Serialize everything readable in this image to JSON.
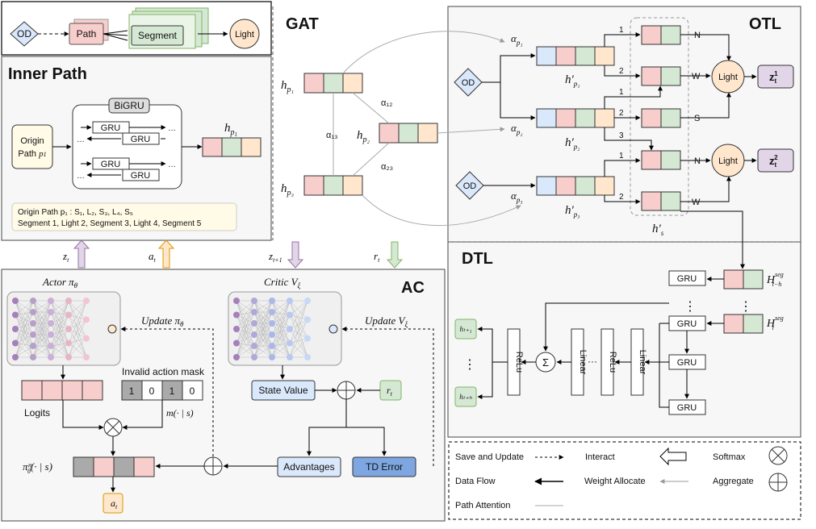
{
  "header_strip": {
    "od": "OD",
    "path": "Path",
    "segment": "Segment",
    "light": "Light"
  },
  "sections": {
    "inner_path": "Inner Path",
    "gat": "GAT",
    "otl": "OTL",
    "dtl": "DTL",
    "ac": "AC"
  },
  "inner_path": {
    "bigru": "BiGRU",
    "gru": "GRU",
    "dots": "...",
    "origin_path": "Origin Path p₁",
    "hp1": "h",
    "note_line1": "Origin Path p₁ : S₁, L₂, S₃, L₄, S₅",
    "note_line2": "Segment 1, Light 2, Segment 3, Light 4, Segment 5"
  },
  "gat": {
    "h_label": "h",
    "subs": [
      "p₁",
      "p₂",
      "p₃"
    ],
    "a12": "α₁₂",
    "a13": "α₁₃",
    "a23": "α₂₃"
  },
  "otl": {
    "od": "OD",
    "alpha": "α",
    "alpha_subs": [
      "p₁",
      "p₂",
      "p₃"
    ],
    "hprime": "h′",
    "hprime_subs": [
      "p₁",
      "p₂",
      "p₃"
    ],
    "nums": [
      "1",
      "2",
      "1",
      "2",
      "3",
      "1",
      "2"
    ],
    "dirs": [
      "N",
      "W",
      "S",
      "N",
      "W"
    ],
    "light": "Light",
    "z1": "z",
    "z_sup1": "1",
    "z2": "z",
    "z_sup2": "2",
    "z_sub": "t",
    "hs": "h′",
    "hs_sub": "s"
  },
  "dtl": {
    "gru": "GRU",
    "relu": "ReLu",
    "linear": "Linear",
    "h_t1": "hₜ₊₁",
    "h_th": "hₜ₊ₕ",
    "H_prev": "H",
    "H_prev_sup": "seg",
    "H_prev_sub": "t−h",
    "H_cur": "H",
    "H_cur_sup": "seg",
    "H_cur_sub": "t",
    "vdots": "⋮",
    "dots": "···",
    "sigma": "Σ"
  },
  "interfaces": {
    "z_t": "z",
    "z_t_sub": "t",
    "a_t": "a",
    "a_t_sub": "t",
    "z_t1": "z",
    "z_t1_sub": "t+1",
    "r_t": "r",
    "r_t_sub": "t"
  },
  "ac": {
    "actor": "Actor π",
    "actor_sub": "θ",
    "critic": "Critic V",
    "critic_sub": "ξ",
    "update_pi": "Update π",
    "update_pi_sub": "θ",
    "update_v": "Update V",
    "update_v_sub": "ξ",
    "logits": "Logits",
    "mask_label": "Invalid action mask",
    "mask_values": [
      "1",
      "0",
      "1",
      "0"
    ],
    "m_label": "m(· | s)",
    "pi_m": "πᵐ",
    "pi_m_sub": "θ",
    "pi_m_arg": "(· | s)",
    "state_value": "State Value",
    "r_t": "r",
    "r_t_sub": "t",
    "advantages": "Advantages",
    "td_error": "TD Error",
    "a_t": "a",
    "a_t_sub": "t"
  },
  "legend": {
    "save_update": "Save and Update",
    "interact": "Interact",
    "softmax": "Softmax",
    "data_flow": "Data Flow",
    "weight_allocate": "Weight Allocate",
    "aggregate": "Aggregate",
    "path_attention": "Path Attention"
  },
  "colors": {
    "pink": "#f8cecc",
    "green": "#d5e8d4",
    "orange": "#ffe6cc",
    "blue": "#dae8fc",
    "od_blue": "#dae8fc",
    "light_orange": "#ffe6cc",
    "purple": "#e1d5e7",
    "gray": "#999999",
    "dark_blue": "#7ea6e0",
    "cream": "#fffbe6"
  }
}
